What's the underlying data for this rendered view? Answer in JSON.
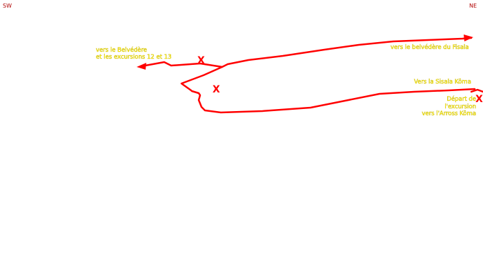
{
  "compass": {
    "sw": "SW",
    "ne": "NE"
  },
  "labels": {
    "belvedere_line1": "vers le Belvédère",
    "belvedere_line2": "et les excursions 12 et 13",
    "fisala": "vers le belvédère du Fisala",
    "sisala": "Vers la Sisala Kôma",
    "depart_line1": "Départ de",
    "depart_line2": "l'excursion",
    "depart_line3": "vers l'Arross Kôma"
  },
  "markers": {
    "marker_1": "X",
    "marker_2": "X",
    "marker_3": "X"
  },
  "colors": {
    "route": "#ff0000",
    "label_text": "#ffee00",
    "compass": "#b00000",
    "background": "#ffffff"
  },
  "icons": {
    "arrow": "arrow-icon",
    "marker": "x-marker-icon"
  }
}
